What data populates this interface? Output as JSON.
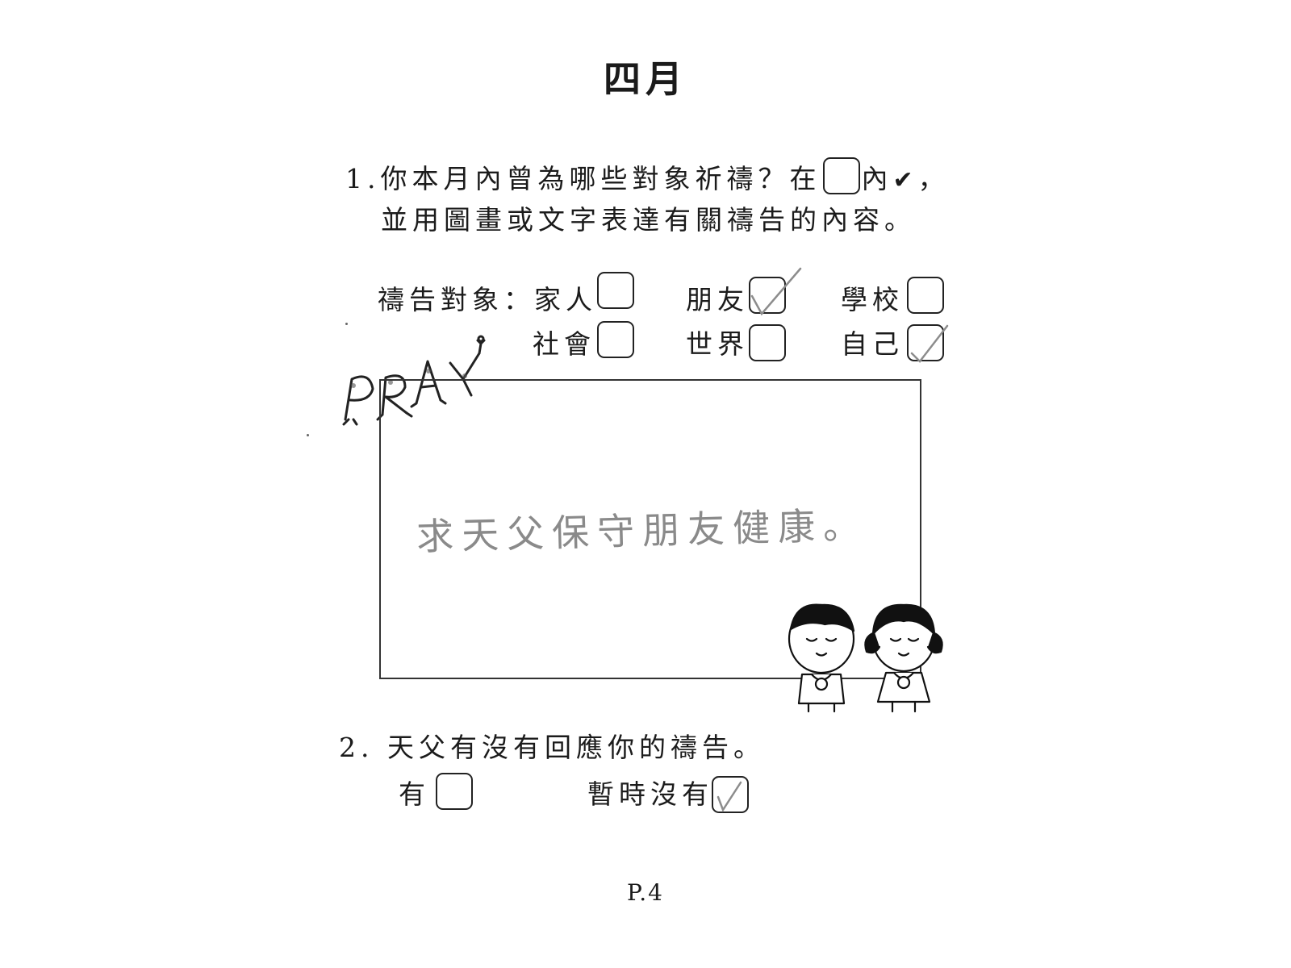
{
  "page": {
    "title": "四月",
    "page_number": "P.4"
  },
  "question1": {
    "number": "1.",
    "line1_before": "你本月內曾為哪些對象祈禱？在",
    "line1_after": "內",
    "line1_mark": "✔",
    "line1_end": "，",
    "line2": "並用圖畫或文字表達有關禱告的內容。",
    "targets_label": "禱告對象：",
    "targets": [
      {
        "label": "家人",
        "checked": false
      },
      {
        "label": "朋友",
        "checked": true
      },
      {
        "label": "學校",
        "checked": false
      },
      {
        "label": "社會",
        "checked": false
      },
      {
        "label": "世界",
        "checked": false
      },
      {
        "label": "自己",
        "checked": true
      }
    ],
    "pray_logo": "PRAY",
    "answer_text": "求天父保守朋友健康。"
  },
  "question2": {
    "number": "2.",
    "text": "天父有沒有回應你的禱告。",
    "options": [
      {
        "label": "有",
        "checked": false
      },
      {
        "label": "暫時沒有",
        "checked": true
      }
    ]
  }
}
